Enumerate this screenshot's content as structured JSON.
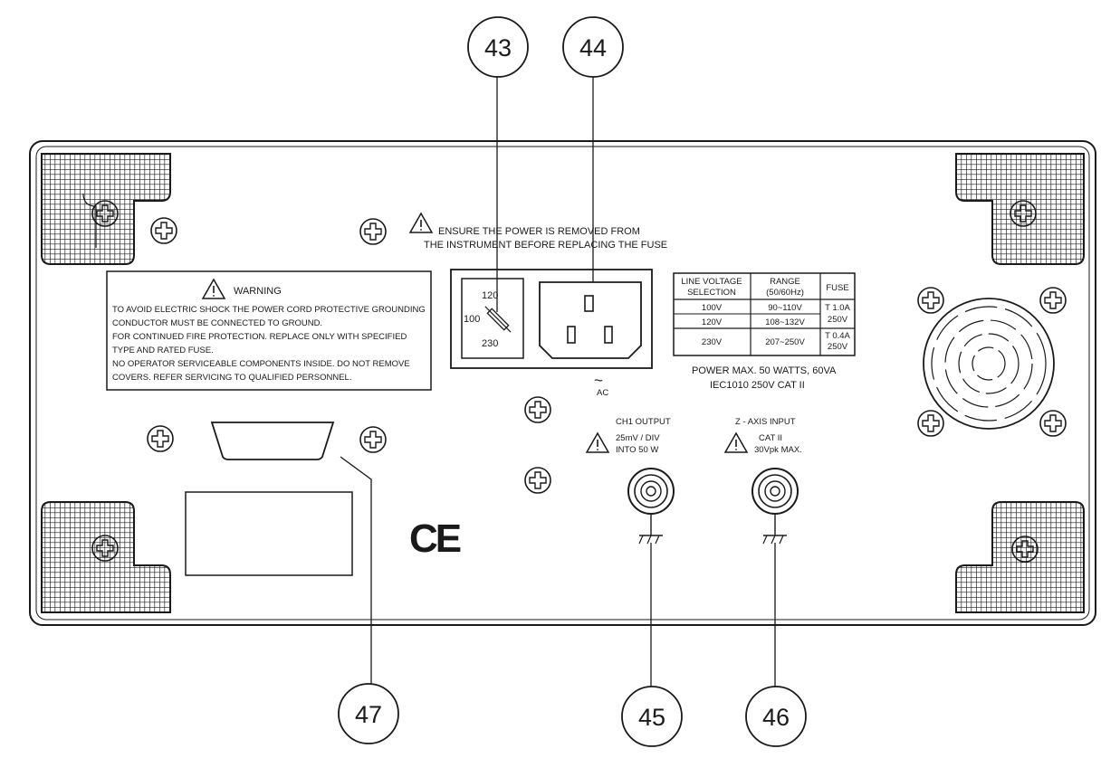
{
  "callouts": {
    "c43": "43",
    "c44": "44",
    "c45": "45",
    "c46": "46",
    "c47": "47"
  },
  "fuse_notice": {
    "line1": "ENSURE THE POWER IS REMOVED FROM",
    "line2": "THE INSTRUMENT BEFORE REPLACING THE FUSE"
  },
  "warning_label": {
    "heading": "WARNING",
    "lines": [
      "TO AVOID ELECTRIC SHOCK THE POWER CORD PROTECTIVE GROUNDING",
      "CONDUCTOR MUST BE CONNECTED TO GROUND.",
      "FOR CONTINUED FIRE PROTECTION. REPLACE ONLY WITH SPECIFIED",
      "TYPE AND RATED FUSE.",
      "NO OPERATOR SERVICEABLE COMPONENTS INSIDE. DO NOT REMOVE",
      "COVERS. REFER SERVICING TO QUALIFIED PERSONNEL."
    ]
  },
  "voltage_selector": {
    "v120": "120",
    "v100": "100",
    "v230": "230"
  },
  "ac_label": {
    "symbol": "~",
    "text": "AC"
  },
  "voltage_table": {
    "headers": {
      "col1_l1": "LINE VOLTAGE",
      "col1_l2": "SELECTION",
      "col2_l1": "RANGE",
      "col2_l2": "(50/60Hz)",
      "col3": "FUSE"
    },
    "rows": [
      {
        "selection": "100V",
        "range": "90~110V"
      },
      {
        "selection": "120V",
        "range": "108~132V"
      },
      {
        "selection": "230V",
        "range": "207~250V"
      }
    ],
    "fuse_a_l1": "T 1.0A",
    "fuse_a_l2": "250V",
    "fuse_b_l1": "T 0.4A",
    "fuse_b_l2": "250V"
  },
  "power_info": {
    "line1": "POWER MAX. 50 WATTS, 60VA",
    "line2": "IEC1010  250V  CAT  II"
  },
  "ch1_output": {
    "title": "CH1  OUTPUT",
    "line1": "25mV / DIV",
    "line2": "INTO 50 W"
  },
  "z_axis_input": {
    "title": "Z - AXIS INPUT",
    "line1": "CAT  II",
    "line2": "30Vpk MAX."
  },
  "ce_mark": "CE"
}
